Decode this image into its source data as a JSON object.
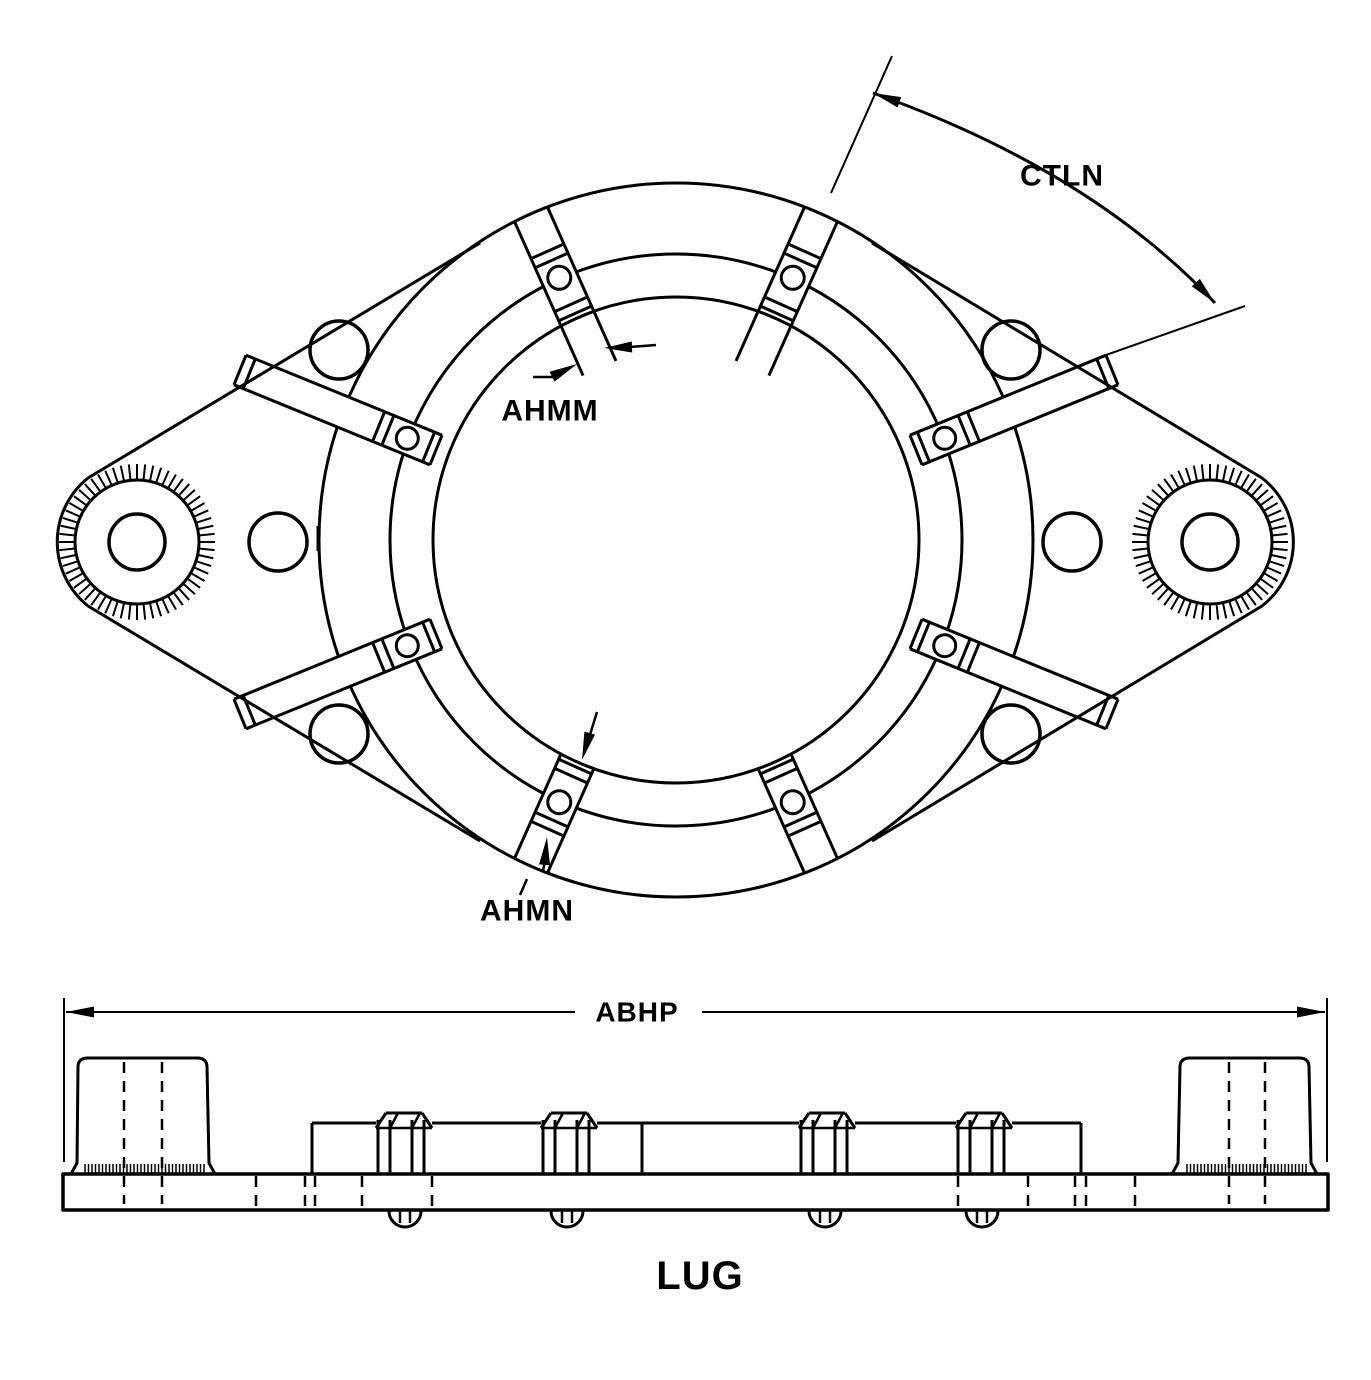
{
  "drawing": {
    "caption": "LUG",
    "dim_labels": {
      "angle": "CTLN",
      "top_slot": "AHMM",
      "bottom_slot": "AHMN",
      "overall_width": "ABHP"
    },
    "colors": {
      "ink": "#000000",
      "paper": "#ffffff"
    }
  }
}
